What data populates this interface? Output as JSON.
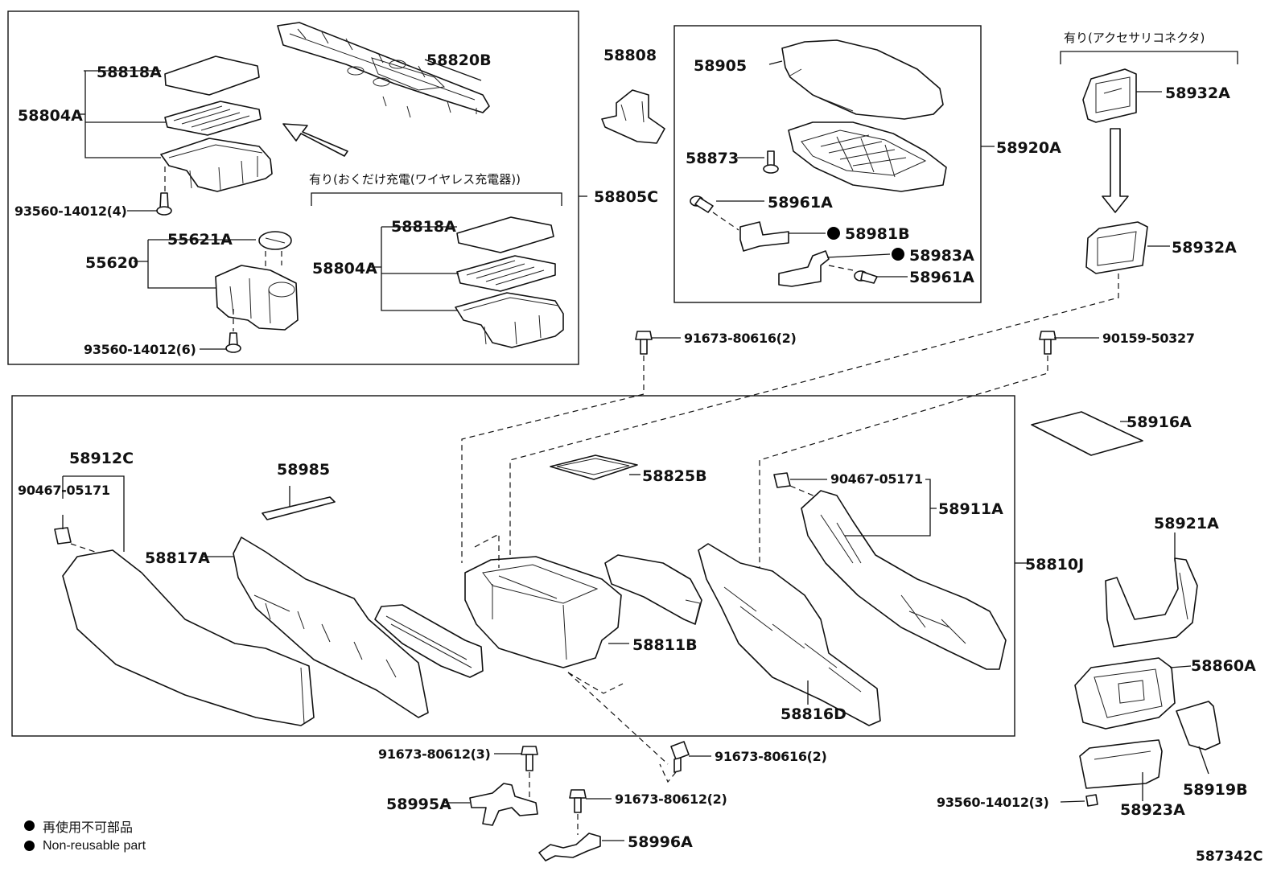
{
  "figure_id": "587342C",
  "legend": {
    "line_jp": "再使用不可部品",
    "line_en": "Non-reusable part"
  },
  "notes": {
    "wireless_charger": "有り(おくだけ充電(ワイヤレス充電器))",
    "accessory_connector": "有り(アクセサリコネクタ)"
  },
  "labels": {
    "p58820B": "58820B",
    "p58818A_1": "58818A",
    "p58804A_1": "58804A",
    "p93560_4": "93560-14012(4)",
    "p55621A": "55621A",
    "p55620": "55620",
    "p93560_6": "93560-14012(6)",
    "p58818A_2": "58818A",
    "p58804A_2": "58804A",
    "p58805C": "58805C",
    "p58808": "58808",
    "p58905": "58905",
    "p58873": "58873",
    "p58920A": "58920A",
    "p58961A_1": "58961A",
    "p58981B": "58981B",
    "p58983A": "58983A",
    "p58961A_2": "58961A",
    "p58932A_1": "58932A",
    "p58932A_2": "58932A",
    "p91673_80616_top": "91673-80616(2)",
    "p90159": "90159-50327",
    "p58916A": "58916A",
    "p58912C": "58912C",
    "p90467_left": "90467-05171",
    "p58985": "58985",
    "p58825B": "58825B",
    "p90467_right": "90467-05171",
    "p58911A": "58911A",
    "p58810J": "58810J",
    "p58817A": "58817A",
    "p58811B": "58811B",
    "p58816D": "58816D",
    "p58921A": "58921A",
    "p58860A": "58860A",
    "p58919B": "58919B",
    "p58923A": "58923A",
    "p93560_3": "93560-14012(3)",
    "p91673_80612_3": "91673-80612(3)",
    "p91673_80616_bot": "91673-80616(2)",
    "p58995A": "58995A",
    "p91673_80612_2": "91673-80612(2)",
    "p58996A": "58996A"
  }
}
